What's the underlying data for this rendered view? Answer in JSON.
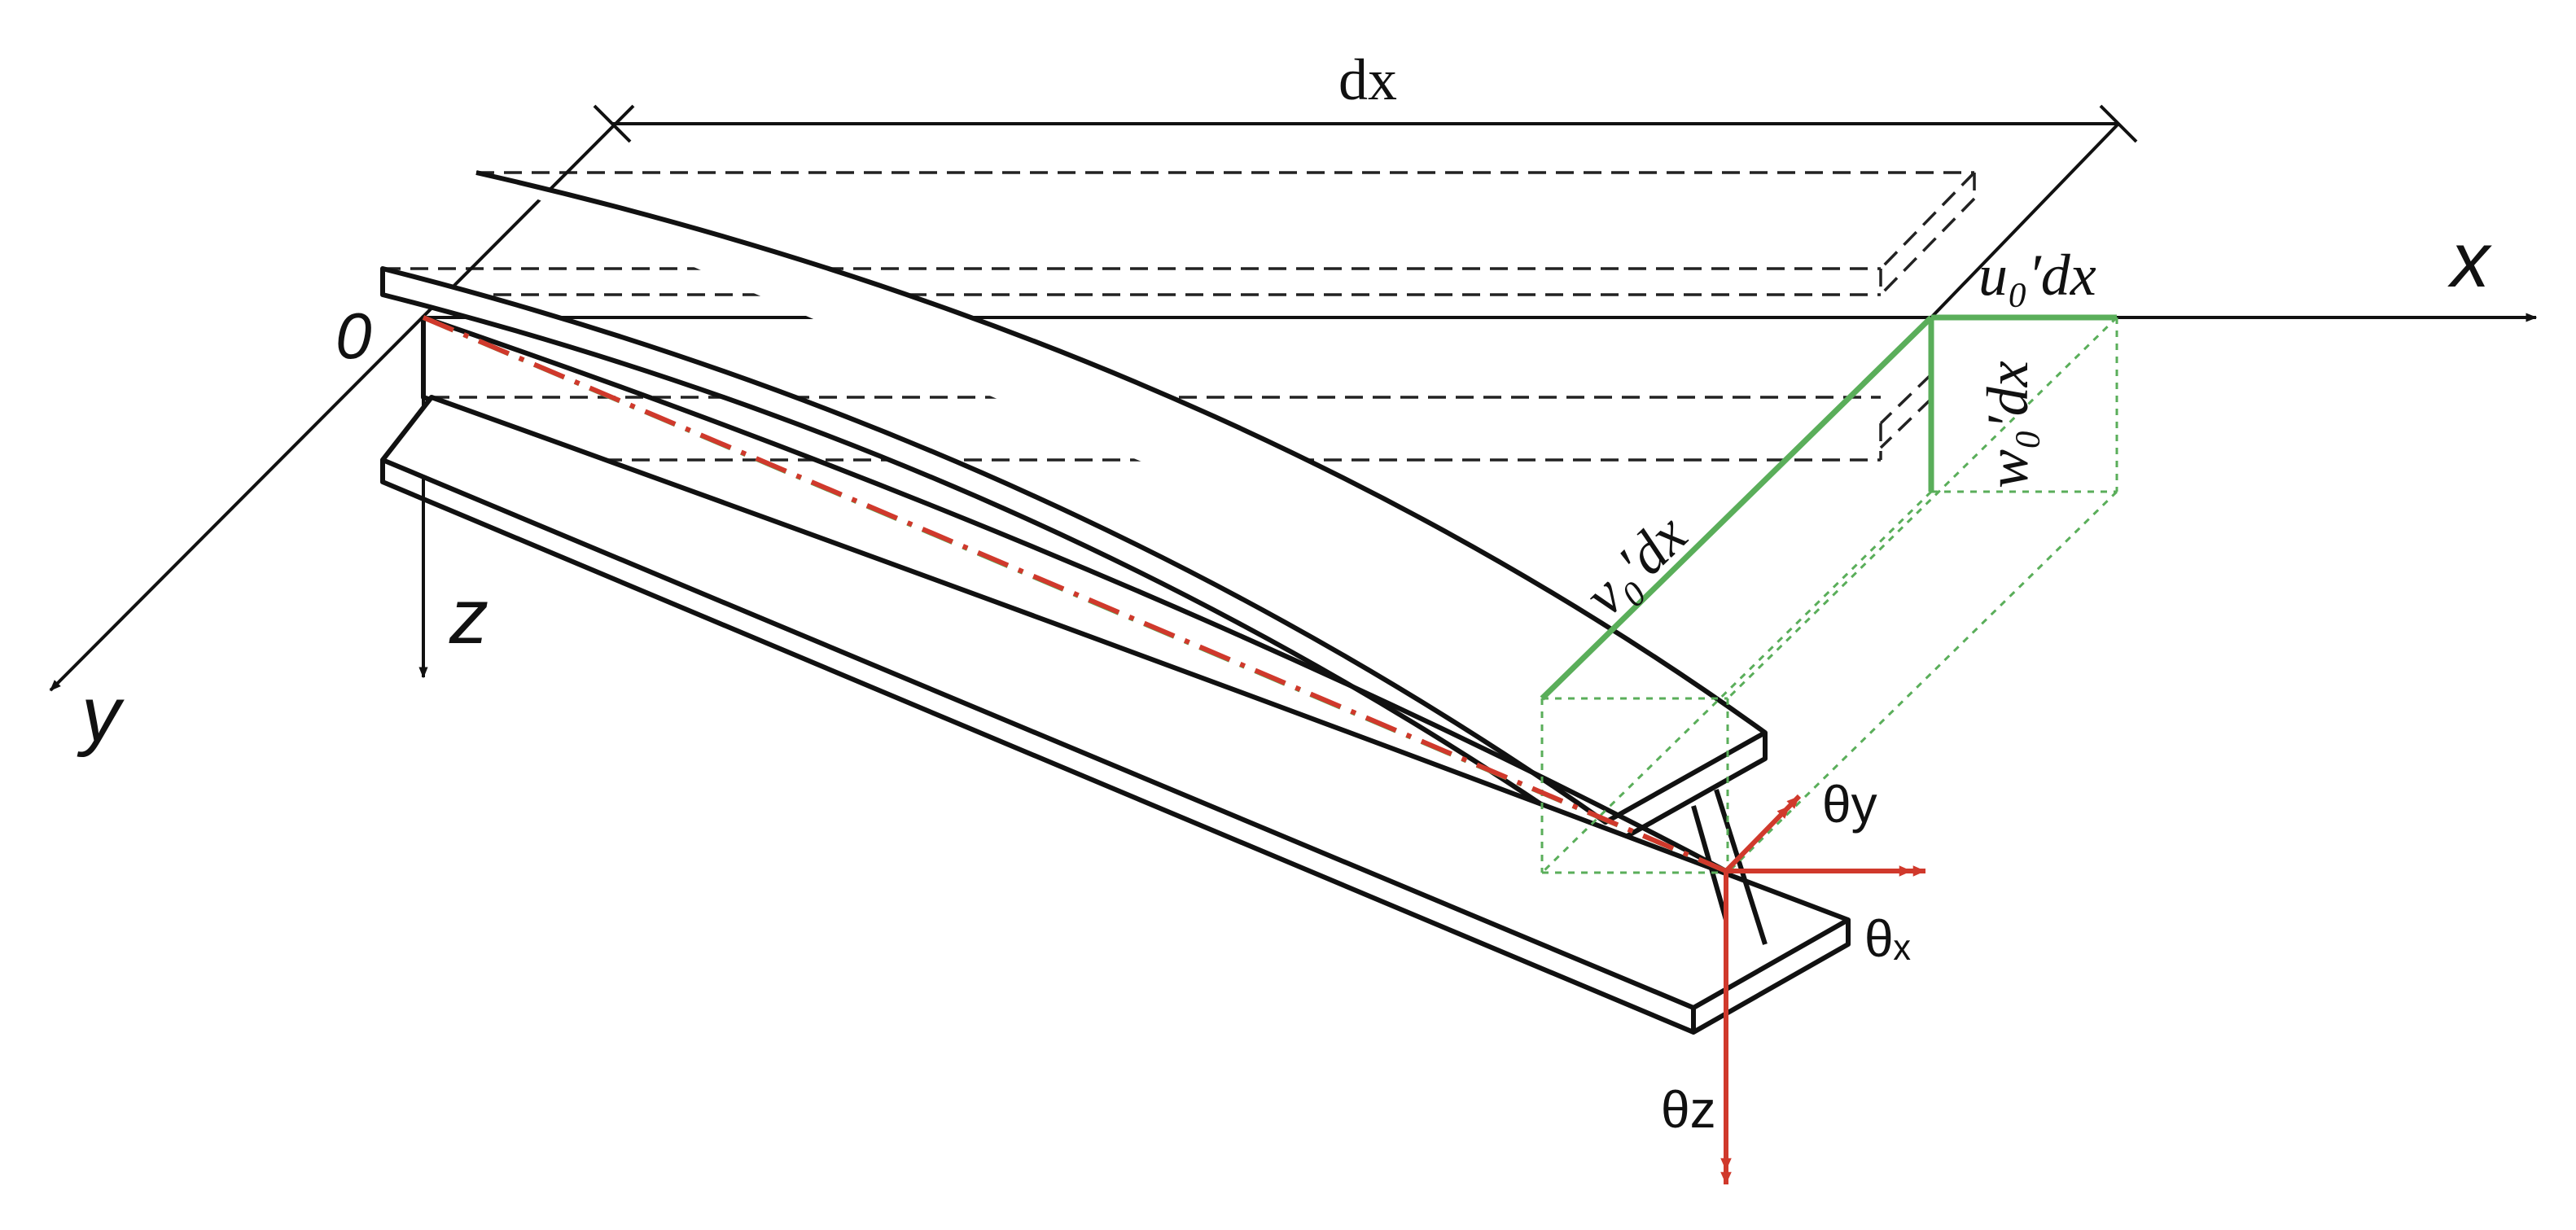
{
  "labels": {
    "dx": "dx",
    "x_axis": "x",
    "y_axis": "y",
    "z_axis": "z",
    "origin": "0",
    "u0_dx": "u₀′dx",
    "v0_dx": "v₀′dx",
    "w0_dx": "w₀′dx",
    "theta_x": "θₓ",
    "theta_y": "θy",
    "theta_z": "θz"
  },
  "colors": {
    "outline": "#111111",
    "green": "#5aae5a",
    "red": "#d0392c",
    "dashed_outline": "#222222"
  }
}
